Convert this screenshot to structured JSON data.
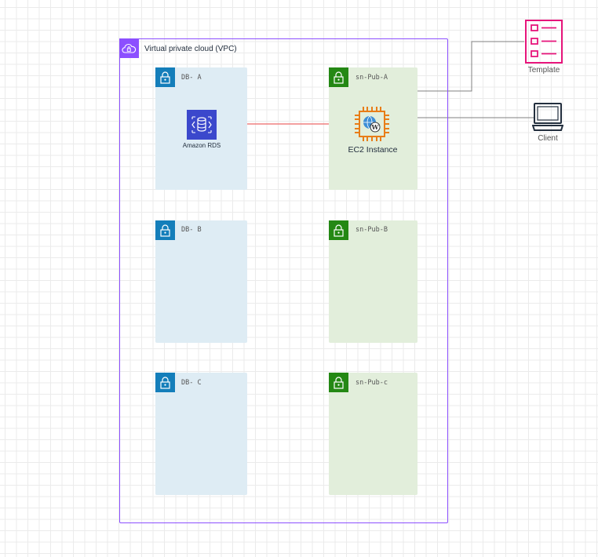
{
  "vpc": {
    "label": "Virtual private cloud (VPC)",
    "border_color": "#8c4fff"
  },
  "subnets": [
    {
      "label": "DB- A",
      "kind": "db"
    },
    {
      "label": "sn-Pub-A",
      "kind": "pub"
    },
    {
      "label": "DB- B",
      "kind": "db"
    },
    {
      "label": "sn-Pub-B",
      "kind": "pub"
    },
    {
      "label": "DB- C",
      "kind": "db"
    },
    {
      "label": "sn-Pub-c",
      "kind": "pub"
    }
  ],
  "nodes": {
    "rds": {
      "label": "Amazon RDS",
      "icon": "rds-database-icon",
      "color": "#3b48cc"
    },
    "ec2": {
      "label": "EC2 Instance",
      "icon": "ec2-chip-wordpress-icon",
      "color": "#e87d18"
    },
    "template": {
      "label": "Template",
      "icon": "checklist-icon",
      "color": "#e7157b"
    },
    "client": {
      "label": "Client",
      "icon": "desktop-computer-icon",
      "color": "#232f3e"
    }
  },
  "colors": {
    "db_subnet_fill": "#deecf4",
    "db_subnet_badge": "#147eba",
    "pub_subnet_fill": "#e2eedb",
    "pub_subnet_badge": "#248814",
    "rds_link": "#f08080",
    "connector": "#808080"
  }
}
